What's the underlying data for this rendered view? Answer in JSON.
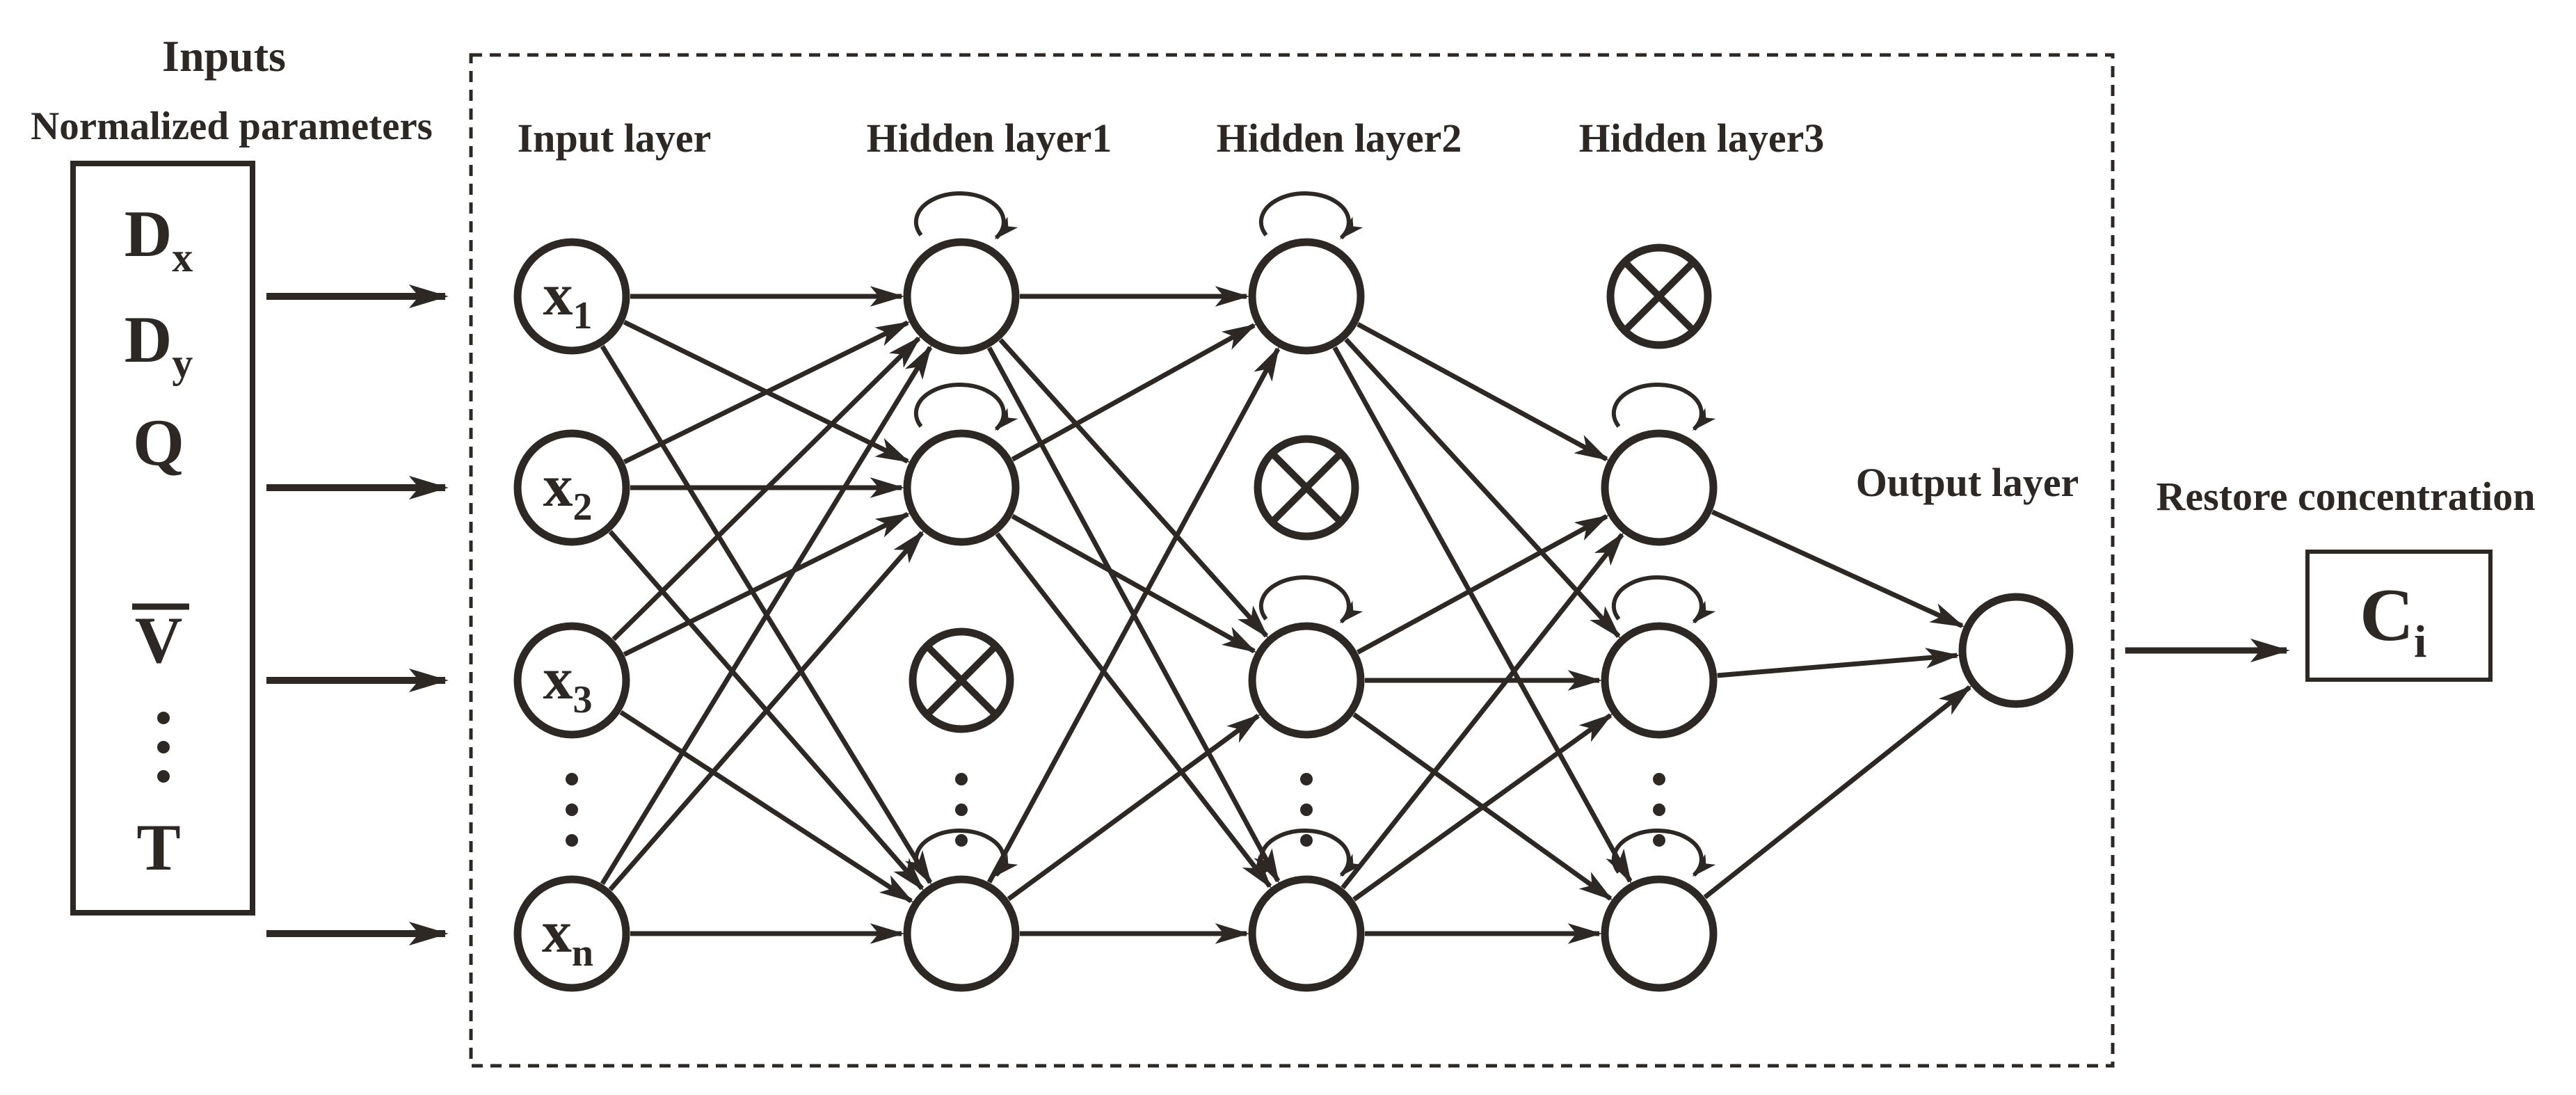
{
  "figure": {
    "background": "#ffffff",
    "ink": "#2d2824",
    "description": "Recurrent neural network with dropout diagram"
  },
  "inputs_panel": {
    "title_line1": "Inputs",
    "title_line2": "Normalized parameters",
    "parameters": [
      {
        "base": "D",
        "sub": "x"
      },
      {
        "base": "D",
        "sub": "y"
      },
      {
        "base": "Q",
        "sub": ""
      },
      {
        "base": "V",
        "sub": "",
        "overline": true
      },
      {
        "type": "dots"
      },
      {
        "base": "T",
        "sub": ""
      }
    ]
  },
  "network": {
    "layer_labels": {
      "input": "Input layer",
      "hidden1": "Hidden layer1",
      "hidden2": "Hidden layer2",
      "hidden3": "Hidden layer3",
      "output": "Output layer"
    },
    "layers": [
      {
        "id": "input",
        "dots": true,
        "nodes": [
          {
            "row": 0,
            "type": "input",
            "base": "x",
            "sub": "1"
          },
          {
            "row": 1,
            "type": "input",
            "base": "x",
            "sub": "2"
          },
          {
            "row": 2,
            "type": "input",
            "base": "x",
            "sub": "3"
          },
          {
            "row": 3,
            "type": "input",
            "base": "x",
            "sub": "n"
          }
        ]
      },
      {
        "id": "hidden1",
        "dots": true,
        "nodes": [
          {
            "row": 0,
            "type": "recurrent"
          },
          {
            "row": 1,
            "type": "recurrent"
          },
          {
            "row": 2,
            "type": "dropped"
          },
          {
            "row": 3,
            "type": "recurrent"
          }
        ]
      },
      {
        "id": "hidden2",
        "dots": true,
        "nodes": [
          {
            "row": 0,
            "type": "recurrent"
          },
          {
            "row": 1,
            "type": "dropped"
          },
          {
            "row": 2,
            "type": "recurrent"
          },
          {
            "row": 3,
            "type": "recurrent"
          }
        ]
      },
      {
        "id": "hidden3",
        "dots": true,
        "nodes": [
          {
            "row": 0,
            "type": "dropped"
          },
          {
            "row": 1,
            "type": "recurrent"
          },
          {
            "row": 2,
            "type": "recurrent"
          },
          {
            "row": 3,
            "type": "recurrent"
          }
        ]
      },
      {
        "id": "output",
        "dots": false,
        "nodes": [
          {
            "row": "output",
            "type": "plain"
          }
        ]
      }
    ],
    "connections": [
      {
        "from": "input",
        "from_nodes": [
          0,
          1,
          2,
          3
        ],
        "to": "hidden1",
        "to_nodes": [
          0,
          1,
          3
        ]
      },
      {
        "from": "hidden1",
        "from_nodes": [
          0,
          1,
          3
        ],
        "to": "hidden2",
        "to_nodes": [
          0,
          2,
          3
        ]
      },
      {
        "from": "hidden2",
        "from_nodes": [
          0,
          2,
          3
        ],
        "to": "hidden3",
        "to_nodes": [
          1,
          2,
          3
        ]
      },
      {
        "from": "hidden3",
        "from_nodes": [
          1,
          2,
          3
        ],
        "to": "output",
        "to_nodes": [
          0
        ]
      }
    ]
  },
  "output_panel": {
    "label": "Restore concentration",
    "result": {
      "base": "C",
      "sub": "i"
    }
  }
}
